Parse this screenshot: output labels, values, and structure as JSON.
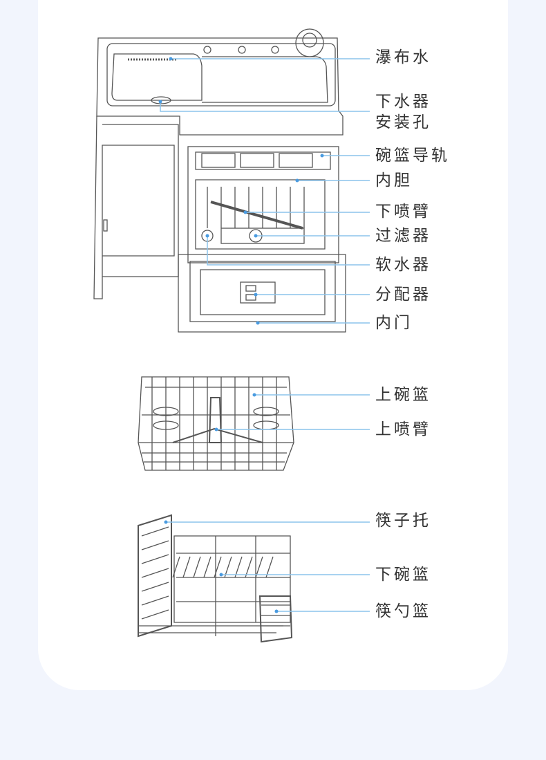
{
  "colors": {
    "background": "#f2f5fd",
    "card": "#ffffff",
    "leader_line": "#8cc4ec",
    "text": "#333333",
    "drawing": "#555555"
  },
  "labels": {
    "waterfall": "瀑布水",
    "drain_hole_1": "下水器",
    "drain_hole_2": "安装孔",
    "rack_rail": "碗篮导轨",
    "inner_tank": "内胆",
    "lower_spray_arm": "下喷臂",
    "filter": "过滤器",
    "water_softener": "软水器",
    "dispenser": "分配器",
    "inner_door": "内门",
    "upper_rack": "上碗篮",
    "upper_spray_arm": "上喷臂",
    "chopstick_tray": "筷子托",
    "lower_rack": "下碗篮",
    "cutlery_basket": "筷勺篮"
  }
}
